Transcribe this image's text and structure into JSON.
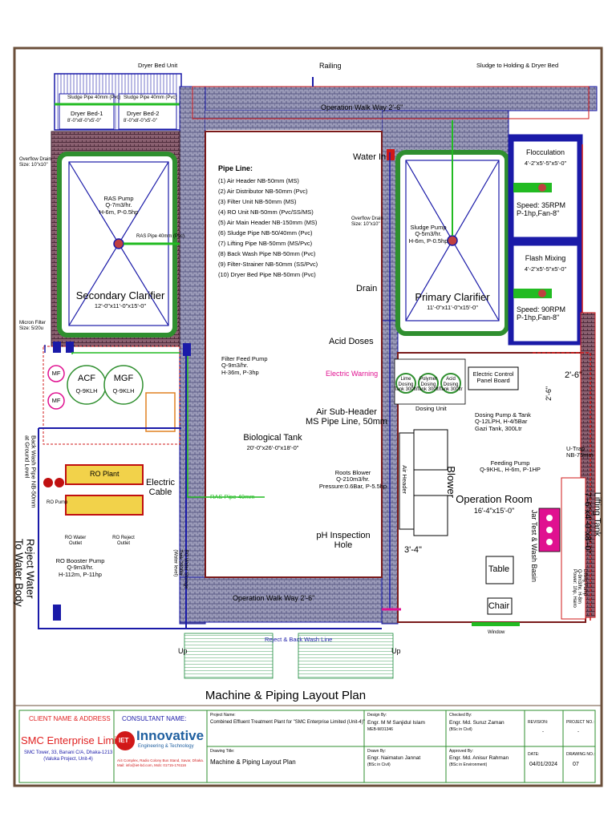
{
  "drawing": {
    "title": "Machine & Piping Layout Plan",
    "labels": {
      "dryer_bed_unit": "Dryer Bed Unit",
      "railing": "Railing",
      "sludge_to_holding": "Sludge to Holding & Dryer Bed",
      "operation_walkway_top": "Operation Walk Way 2'-6\"",
      "operation_walkway_bottom": "Operation Walk Way 2'-6\"",
      "dryer_bed_1": "Dryer Bed-1",
      "dryer_bed_1_size": "8'-0\"x8'-0\"x5'-0\"",
      "dryer_bed_2": "Dryer Bed-2",
      "dryer_bed_2_size": "8'-0\"x8'-0\"x5'-0\"",
      "sludge_pipe_small_1": "Sludge Pipe 40mm (Pvc)",
      "sludge_pipe_small_2": "Sludge Pipe 40mm (Pvc)",
      "overflow_drain_left": "Overflow Drain\nSize: 10\"x10\"",
      "ras_pump": "RAS Pump\nQ-7m3/hr.\nH-6m, P-0.5hp",
      "ras_pipe": "RAS Pipe 40mm (Pvc)",
      "secondary_clarifier": "Secondary Clarifier",
      "secondary_clarifier_size": "12'-0\"x11'-0\"x15'-0\"",
      "micron_filter": "Micron Filter\nSize: 5/20u",
      "water_in": "Water In",
      "overflow_drain_mid": "Overflow Drain\nSize: 10\"x10\"",
      "sludge_pump": "Sludge Pump\nQ-5m3/hr.\nH-6m, P-0.5hp",
      "drain": "Drain",
      "primary_clarifier": "Primary Clarifier",
      "primary_clarifier_size": "11'-0\"x11'-0\"x15'-0\"",
      "flocculation": "Flocculation",
      "flocculation_size": "4'-2\"x5'-5\"x5'-0\"",
      "floc_speed": "Speed: 35RPM\nP-1hp,Fan-8\"",
      "flash_mixing": "Flash Mixing",
      "flash_mixing_size": "4'-2\"x5'-5\"x5'-0\"",
      "flash_speed": "Speed: 90RPM\nP-1hp,Fan-8\"",
      "acid_doses": "Acid Doses",
      "electric_warning": "Electric Warning",
      "electric_control_panel": "Electric Control\nPanel Board",
      "filter_feed_pump": "Filter Feed Pump\nQ-9m3/hr.\nH-36m, P-3hp",
      "mf1": "MF",
      "mf2": "MF",
      "acf": "ACF",
      "acf_q": "Q-9KLH",
      "mgf": "MGF",
      "mgf_q": "Q-9KLH",
      "dosing_tank_1": "Lime\nDosing\nTank 300ltr",
      "dosing_tank_2": "Polymer\nDosing\nTank 300ltr",
      "dosing_tank_3": "Acid\nDosing\nTank 300ltr",
      "dosing_unit": "Dosing Unit",
      "dosing_pump_tank": "Dosing Pump & Tank\nQ-12LPH, H-4/5Bar\nGazi Tank, 300Ltr",
      "two_six_h": "2'-6\"",
      "two_six_v": "2'-6\"",
      "air_sub_header": "Air Sub-Header\nMS Pipe Line, 50mm",
      "biological_tank": "Biological Tank",
      "biological_tank_size": "20'-0\"x26'-0\"x18'-0\"",
      "backwash_pipe": "Back Wash Pipe NB-50mm\nat Ground Level",
      "ro_plant": "RO Plant",
      "ro_pump": "RO Pump",
      "electric_cable": "Electric\nCable",
      "ras_pipe_40": "RAS Pipe 40mm",
      "roots_blower": "Roots Blower\nQ-210m3/hr.\nPressure:0.6Bar, P-5.5hp",
      "air_header": "Air Header",
      "blower": "Blower",
      "u_trap": "U-Trap\nNB-75mm",
      "feeding_pump": "Feeding Pump\nQ-9KHL, H-6m, P-1HP",
      "operation_room": "Operation Room",
      "operation_room_size": "16'-4\"x15'-0\"",
      "lifting_tank": "Lifting Tank\n7'-6\"x4'-0\"x8'-0\"",
      "jar_test": "Jar Test & Wash Basin",
      "ph_inspection": "pH Inspection\nHole",
      "three_four": "3'-4\"",
      "table": "Table",
      "chair": "Chair",
      "lifting_pump": "Lifting Pump\nQ-9m3/hr, H-8m\nPower: 1hp, Hairo",
      "ro_booster": "RO Booster Pump\nQ-9m3/hr.\nH-112m, P-11hp",
      "reject_water": "Reject Water\nTo Water Body",
      "reject_backwash": "Reject & Back Wash Line",
      "window": "Window",
      "up_left": "Up",
      "up_right": "Up",
      "ro_water_outlet": "RO Water\nOutlet",
      "ro_reject_outlet": "RO Reject\nOutlet",
      "ro_storage": "RO Water Storage\nTank 2000ltr\n(Water level)",
      "pipe_line_title": "Pipe Line:",
      "pipe_lines": [
        "(1) Air Header NB-50mm (MS)",
        "(2) Air Distributor NB-50mm (Pvc)",
        "(3) Filter Unit NB-50mm (MS)",
        "(4) RO Unit NB-50mm (Pvc/SS/MS)",
        "(5) Air Main Header NB-150mm (MS)",
        "(6) Sludge Pipe NB-50/40mm (Pvc)",
        "(7) Lifting Pipe NB-50mm (MS/Pvc)",
        "(8) Back Wash Pipe NB-50mm (Pvc)",
        "(9) Filter-Strainer NB-50mm (SS/Pvc)",
        "(10) Dryer Bed Pipe  NB-50mm (Pvc)"
      ]
    }
  },
  "title_block": {
    "client_header": "CLIENT NAME & ADDRESS",
    "client_name": "SMC Enterprise Limited",
    "client_address": "SMC Tower, 33, Banani C/A, Dhaka-1213\n(Valuka Project, Unit-4)",
    "consultant_header": "CONSULTANT NAME:",
    "consultant_logo_text": "IET",
    "consultant_name": "Innovative",
    "consultant_sub": "Engineering & Technology",
    "consultant_address": "A/4 Complex, Radio Colony Bus Stand, Savar, Dhaka.\nMail: info@iet-bd.com, Mob: 01715-176116",
    "project_name_label": "Project Name:",
    "project_name": "Combined Effluent Treatment Plant for \"SMC Enterprise Limited (Unit-4)\"",
    "drawing_title_label": "Drawing Title:",
    "drawing_title": "Machine & Piping Layout Plan",
    "design_by_label": "Design By:",
    "design_by": "Engr. M M Sanjidul Islam",
    "design_by_sub": "MEB-M/31346",
    "drawn_by_label": "Drawn By:",
    "drawn_by": "Engr. Naimatun Jannat",
    "drawn_by_sub": "(BSc in Civil)",
    "checked_by_label": "Checked By:",
    "checked_by": "Engr. Md. Suruz Zaman",
    "checked_by_sub": "(BSc in Civil)",
    "approved_by_label": "Approved By:",
    "approved_by": "Engr. Md. Anisur Rahman",
    "approved_by_sub": "(BSc in Environment)",
    "revision_label": "REVISION:",
    "revision": "-",
    "project_no_label": "PROJECT NO.:",
    "project_no": "-",
    "date_label": "DATE:",
    "date": "04/01/2024",
    "drawing_no_label": "DRAWING NO.:",
    "drawing_no": "07"
  },
  "colors": {
    "sheet_border": "#6b4f3a",
    "walkway": "#6a6a9a",
    "brick": "#7a4040",
    "clarifier_green": "#2f8f2f",
    "tank_blue": "#1a1aa8",
    "pipe_green": "#22bb22",
    "pipe_red": "#d01818",
    "accent_magenta": "#e01090",
    "client_red": "#e02020",
    "consultant_blue": "#2060a0"
  }
}
